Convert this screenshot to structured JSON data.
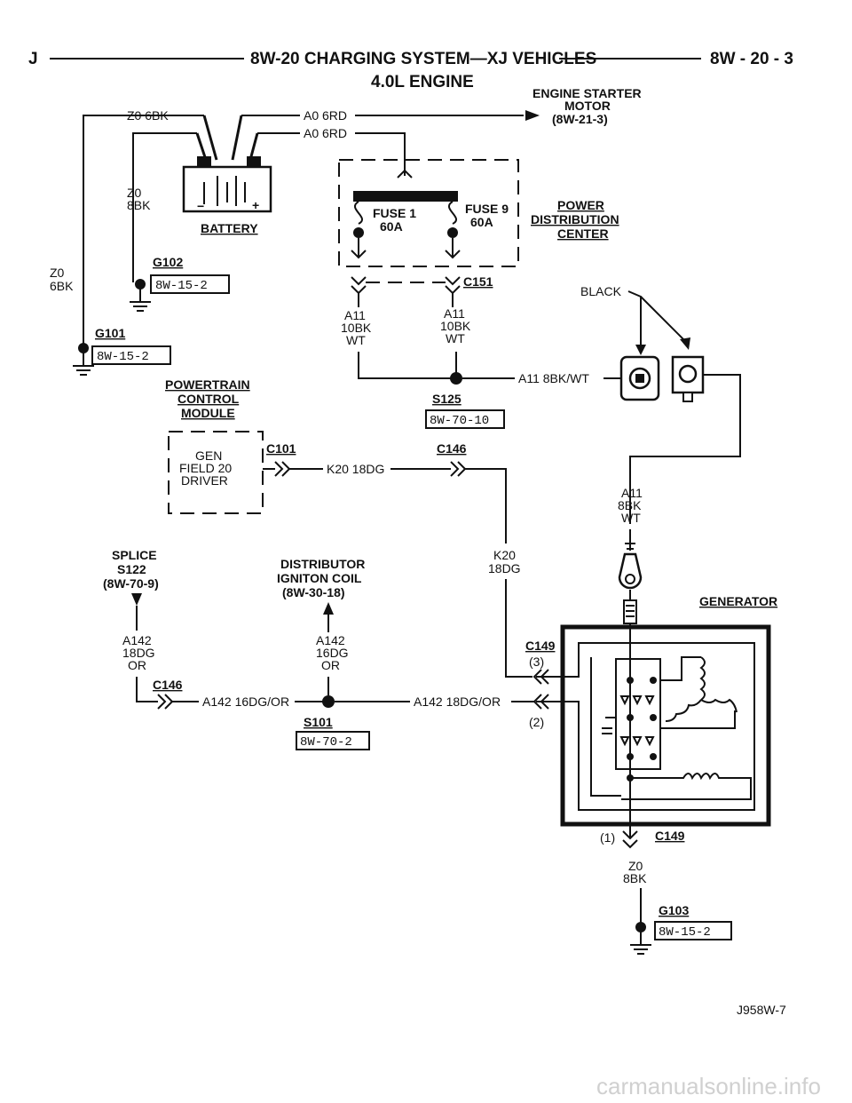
{
  "header": {
    "left_letter": "J",
    "title": "8W-20 CHARGING SYSTEM—XJ VEHICLES",
    "page_ref": "8W - 20 - 3",
    "subtitle": "4.0L ENGINE"
  },
  "components": {
    "starter_motor": [
      "ENGINE STARTER",
      "MOTOR",
      "(8W-21-3)"
    ],
    "battery": "BATTERY",
    "pdc": [
      "POWER",
      "DISTRIBUTION",
      "CENTER"
    ],
    "fuse1": [
      "FUSE 1",
      "60A"
    ],
    "fuse9": [
      "FUSE 9",
      "60A"
    ],
    "pcm": [
      "POWERTRAIN",
      "CONTROL",
      "MODULE"
    ],
    "gen_driver": [
      "GEN",
      "FIELD 20",
      "DRIVER"
    ],
    "splice": [
      "SPLICE",
      "S122",
      "(8W-70-9)"
    ],
    "dist_coil": [
      "DISTRIBUTOR",
      "IGNITON COIL",
      "(8W-30-18)"
    ],
    "generator": "GENERATOR",
    "black": "BLACK"
  },
  "wires": {
    "z0_6bk_top": "Z0 6BK",
    "a0_6rd_1": "A0 6RD",
    "a0_6rd_2": "A0 6RD",
    "z0_8bk_bat": [
      "Z0",
      "8BK"
    ],
    "z0_6bk_side": [
      "Z0",
      "6BK"
    ],
    "a11_left": [
      "A11",
      "10BK",
      "WT"
    ],
    "a11_right": [
      "A11",
      "10BK",
      "WT"
    ],
    "a11_8bk_wt": "A11 8BK/WT",
    "a11_gen": [
      "A11",
      "8BK",
      "WT"
    ],
    "k20_18dg": "K20 18DG",
    "k20_vert": [
      "K20",
      "18DG"
    ],
    "a142_left": [
      "A142",
      "18DG",
      "OR"
    ],
    "a142_mid": [
      "A142",
      "16DG",
      "OR"
    ],
    "a142_16dg_or": "A142 16DG/OR",
    "a142_18dg_or": "A142 18DG/OR",
    "z0_8bk_gen": [
      "Z0",
      "8BK"
    ]
  },
  "connectors": {
    "g102": "G102",
    "g101": "G101",
    "g103": "G103",
    "c151": "C151",
    "c101": "C101",
    "c146_top": "C146",
    "c146_bottom": "C146",
    "c149_top": "C149",
    "c149_bottom": "C149",
    "s125": "S125",
    "s101": "S101",
    "pin3": "(3)",
    "pin2": "(2)",
    "pin1": "(1)"
  },
  "refs": {
    "g102": "8W-15-2",
    "g101": "8W-15-2",
    "g103": "8W-15-2",
    "s125": "8W-70-10",
    "s101": "8W-70-2"
  },
  "footer": {
    "figure_id": "J958W-7",
    "watermark": "carmanualsonline.info"
  }
}
